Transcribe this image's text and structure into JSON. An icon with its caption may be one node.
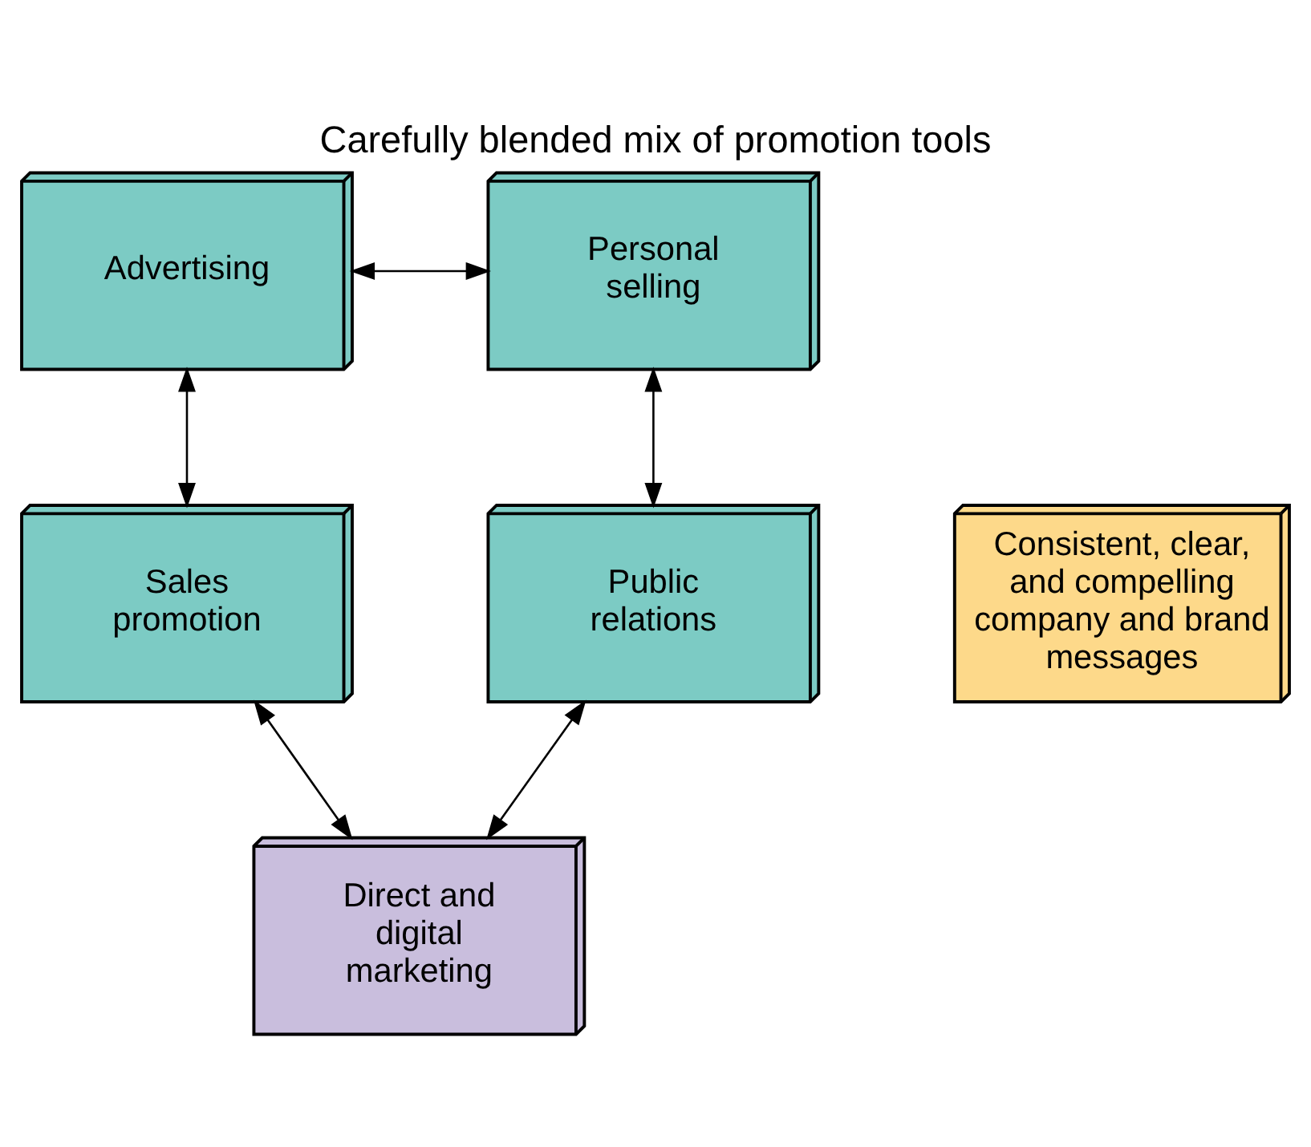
{
  "diagram": {
    "title": "Carefully blended mix of promotion tools",
    "nodes": [
      {
        "text": [
          "Advertising"
        ]
      },
      {
        "text": [
          "Personal selling"
        ]
      },
      {
        "text": [
          "Consistent, clear, and compelling company and brand messages"
        ]
      },
      {
        "text": [
          "Sales promotion"
        ]
      },
      {
        "text": [
          "Public relations"
        ]
      },
      {
        "text": [
          "Direct and digital marketing"
        ]
      }
    ],
    "edges": [
      {
        "from": 0,
        "to": 1,
        "arrow": "both"
      },
      {
        "from": 0,
        "to": 3,
        "arrow": "both"
      },
      {
        "from": 1,
        "to": 4,
        "arrow": "both"
      },
      {
        "from": 3,
        "to": 5,
        "arrow": "both"
      },
      {
        "from": 4,
        "to": 5,
        "arrow": "both"
      }
    ]
  }
}
